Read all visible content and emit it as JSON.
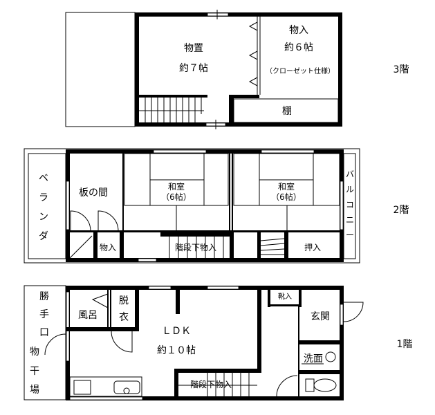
{
  "floors": {
    "third": {
      "label": "3階",
      "rooms": {
        "storage_name": "物置",
        "storage_size": "約７帖",
        "closet_name": "物入",
        "closet_size": "約６帖",
        "closet_note": "（クローゼット仕様）",
        "shelf": "棚"
      }
    },
    "second": {
      "label": "2階",
      "rooms": {
        "veranda": [
          "ベ",
          "ラ",
          "ン",
          "ダ"
        ],
        "wood_room": "板の間",
        "washitsu_left": "和室",
        "washitsu_left_size": "（6帖）",
        "washitsu_right": "和室",
        "washitsu_right_size": "（6帖）",
        "closet": "物入",
        "under_stairs": "階段下物入",
        "oshiire": "押入",
        "balcony": [
          "バ",
          "ル",
          "コ",
          "ニ",
          "ー"
        ]
      }
    },
    "first": {
      "label": "1階",
      "rooms": {
        "service_yard": [
          "勝",
          "手",
          "口",
          "物",
          "干",
          "場"
        ],
        "bath": "風呂",
        "dressing": [
          "脱",
          "衣"
        ],
        "ldk": "ＬＤＫ",
        "ldk_size": "約１０帖",
        "under_stairs": "階段下物入",
        "shoe_closet": "靴入",
        "entrance": "玄関",
        "washroom": "洗面"
      }
    }
  }
}
